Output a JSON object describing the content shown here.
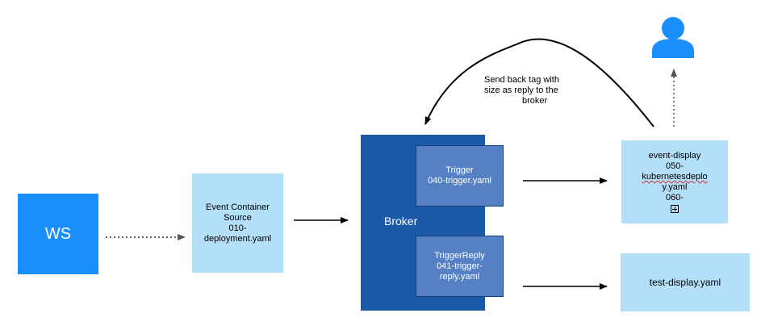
{
  "nodes": {
    "ws": "WS",
    "event_container_source": [
      "Event Container",
      "Source",
      "010-",
      "deployment.yaml"
    ],
    "broker": "Broker",
    "trigger": [
      "Trigger",
      "040-trigger.yaml"
    ],
    "trigger_reply": [
      "TriggerReply",
      "041-trigger-",
      "reply.yaml"
    ],
    "event_display": [
      "event-display",
      "050-",
      "kubernetesdeplo",
      "y.yaml",
      "060-"
    ],
    "test_display": "test-display.yaml"
  },
  "annotation": [
    "Send back tag with",
    "size as reply to the",
    "broker"
  ],
  "icons": [
    "user-icon",
    "expand-icon"
  ],
  "colors": {
    "ws": "#1a8ffc",
    "light_box": "#b3dff9",
    "broker": "#1b5aa8",
    "trigger": "#5580c3",
    "user": "#1a8ffc"
  }
}
